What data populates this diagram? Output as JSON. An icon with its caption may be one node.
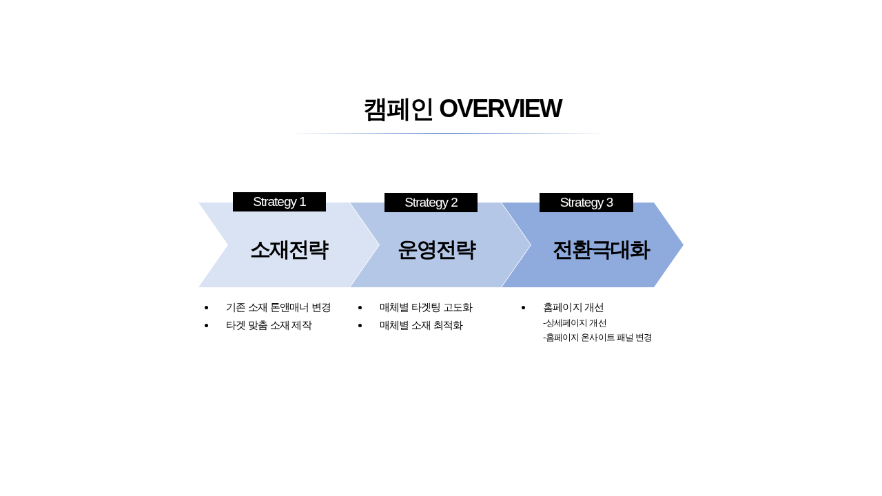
{
  "diagram": {
    "title": "캠페인 OVERVIEW",
    "nodes": [
      {
        "text": [
          "Strategy 1",
          "소재전략"
        ],
        "beside": [
          "기존 소재 톤앤매너 변경",
          "타겟 맞춤 소재 제작"
        ]
      },
      {
        "text": [
          "Strategy 2",
          "운영전략"
        ],
        "beside": [
          "매체별 타겟팅 고도화",
          "매체별 소재 최적화"
        ]
      },
      {
        "text": [
          "Strategy 3",
          "전환극대화"
        ],
        "beside": [
          "홈페이지 개선",
          "-상세페이지 개선",
          "-홈페이지 온사이트 패널 변경"
        ]
      }
    ]
  }
}
